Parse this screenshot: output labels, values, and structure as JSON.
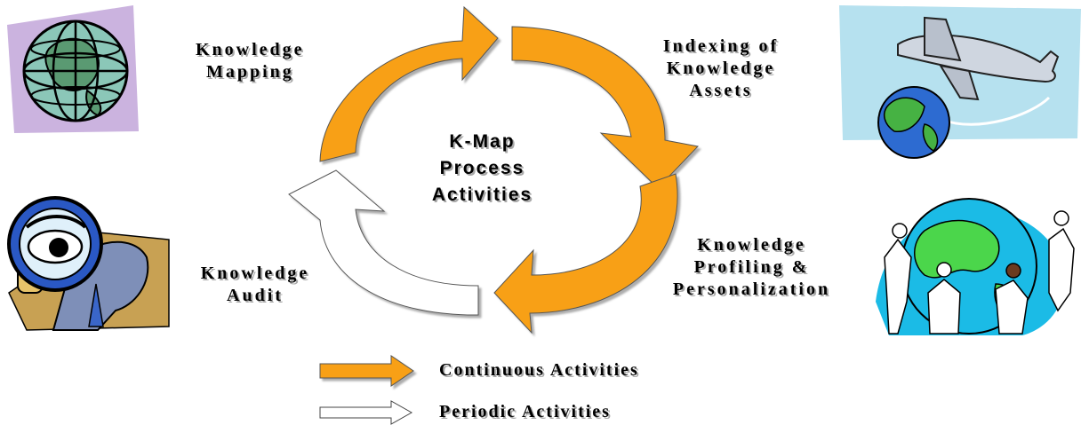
{
  "center": {
    "line1": "K-Map",
    "line2": "Process",
    "line3": "Activities"
  },
  "nodes": {
    "mapping": {
      "line1": "Knowledge",
      "line2": "Mapping",
      "icon": "globe-icon"
    },
    "indexing": {
      "line1": "Indexing of",
      "line2": "Knowledge",
      "line3": "Assets",
      "icon": "airplane-globe-icon"
    },
    "profiling": {
      "line1": "Knowledge",
      "line2": "Profiling &",
      "line3": "Personalization",
      "icon": "people-around-globe-icon"
    },
    "audit": {
      "line1": "Knowledge",
      "line2": "Audit",
      "icon": "magnifier-man-icon"
    }
  },
  "legend": {
    "continuous": "Continuous Activities",
    "periodic": "Periodic Activities"
  },
  "colors": {
    "continuous": "#f8a012",
    "periodic": "#ffffff"
  }
}
